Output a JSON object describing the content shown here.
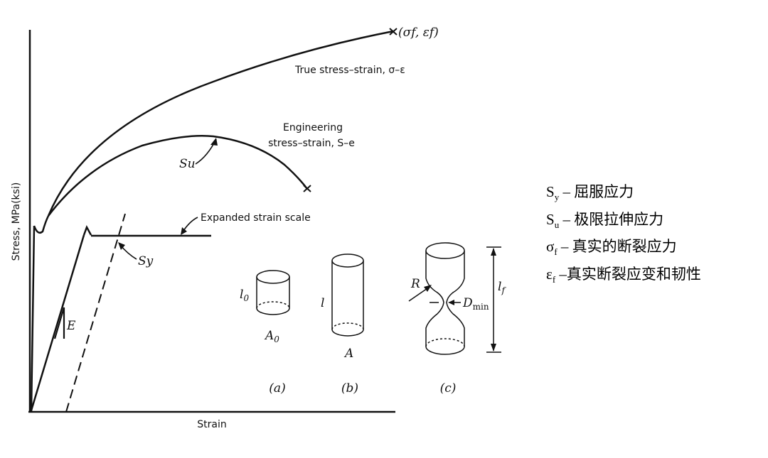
{
  "axes": {
    "xlabel": "Strain",
    "ylabel": "Stress, MPa(ksi)"
  },
  "curves": {
    "true_label": "True stress–strain, σ–ε",
    "fracture_label": "(σf, εf)",
    "engineering_label_1": "Engineering",
    "engineering_label_2": "stress–strain, S–e",
    "ultimate_label": "Su",
    "expanded_label": "Expanded strain scale",
    "yield_label": "Sy",
    "modulus_label": "E"
  },
  "specimens": {
    "a": {
      "length_label": "l0",
      "area_label": "A0",
      "caption": "(a)"
    },
    "b": {
      "length_label": "l",
      "area_label": "A",
      "caption": "(b)"
    },
    "c": {
      "radius_label": "R",
      "dmin_label": "Dmin",
      "length_label": "lf",
      "caption": "(c)"
    }
  },
  "legend": [
    {
      "sym": "S",
      "sub": "y",
      "text": "– 屈服应力"
    },
    {
      "sym": "S",
      "sub": "u",
      "text": "– 极限拉伸应力"
    },
    {
      "sym": "σ",
      "sub": "f",
      "text": "– 真实的断裂应力"
    },
    {
      "sym": "ε",
      "sub": "f",
      "text": "–真实断裂应变和韧性"
    }
  ]
}
